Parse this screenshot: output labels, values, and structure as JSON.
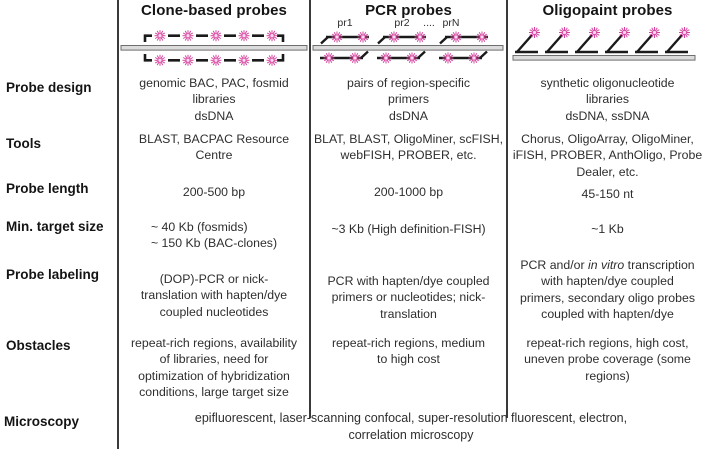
{
  "figure": {
    "row_labels": {
      "probe_design": "Probe design",
      "tools": "Tools",
      "probe_length": "Probe length",
      "min_target_size": "Min. target size",
      "probe_labeling": "Probe labeling",
      "obstacles": "Obstacles",
      "microscopy": "Microscopy"
    },
    "columns": [
      {
        "header": "Clone-based probes",
        "probe_design": "genomic BAC, PAC, fosmid\nlibraries\ndsDNA",
        "tools": "BLAST, BACPAC Resource\nCentre",
        "probe_length": "200-500 bp",
        "min_target_size": "~ 40 Kb (fosmids)\n~ 150 Kb (BAC-clones)",
        "probe_labeling": "(DOP)-PCR or nick-\ntranslation with hapten/dye\ncoupled nucleotides",
        "obstacles": "repeat-rich regions, availability\nof libraries, need for\noptimization of hybridization\nconditions, large target size"
      },
      {
        "header": "PCR probes",
        "primer_labels": {
          "pr1": "pr1",
          "pr2": "pr2",
          "dots": "....",
          "prN": "prN"
        },
        "probe_design": "pairs of region-specific\nprimers\ndsDNA",
        "tools": "BLAT, BLAST, OligoMiner, scFISH,\nwebFISH, PROBER, etc.",
        "probe_length": "200-1000 bp",
        "min_target_size": "~3 Kb (High definition-FISH)",
        "probe_labeling": "PCR with hapten/dye coupled\nprimers or nucleotides; nick-\ntranslation",
        "obstacles": "repeat-rich regions, medium\nto high cost"
      },
      {
        "header": "Oligopaint probes",
        "probe_design": "synthetic oligonucleotide\nlibraries\ndsDNA, ssDNA",
        "tools": "Chorus, OligoArray, OligoMiner,\niFISH, PROBER, AnthOligo, Probe\nDealer, etc.",
        "probe_length": "45-150 nt",
        "min_target_size": "~1 Kb",
        "probe_labeling_parts": {
          "before": "PCR and/or ",
          "italic": "in vitro",
          "after": " transcription\nwith hapten/dye coupled\nprimers, secondary oligo probes\ncoupled with hapten/dye"
        },
        "obstacles": "repeat-rich regions, high cost,\nuneven probe coverage (some\nregions)"
      }
    ],
    "microscopy_text": "epifluorescent, laser-scanning confocal, super-resolution fluorescent, electron,\ncorrelation microscopy",
    "colors": {
      "fluorophore": "#d6459f",
      "fluorophore_center": "#fbd9ee",
      "dna_fill": "#dcdcdc",
      "dna_stroke": "#6e6e6e",
      "line": "#1a1a1a"
    }
  }
}
